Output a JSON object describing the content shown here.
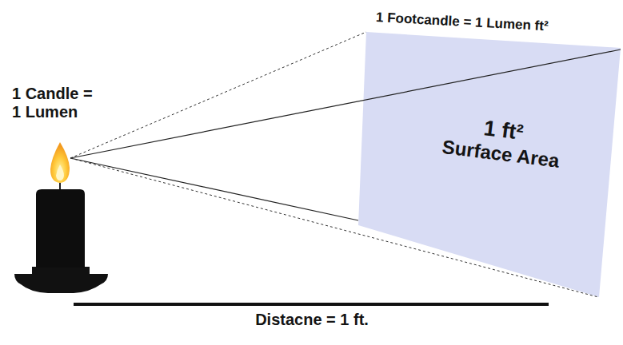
{
  "diagram": {
    "nodes": [
      {
        "text": [
          "1 ft²",
          "Surface Area"
        ]
      }
    ],
    "labels": [
      "1 Candle = 1 Lumen",
      "1 Footcandle = 1 Lumen ft²",
      "Distacne = 1 ft."
    ]
  }
}
